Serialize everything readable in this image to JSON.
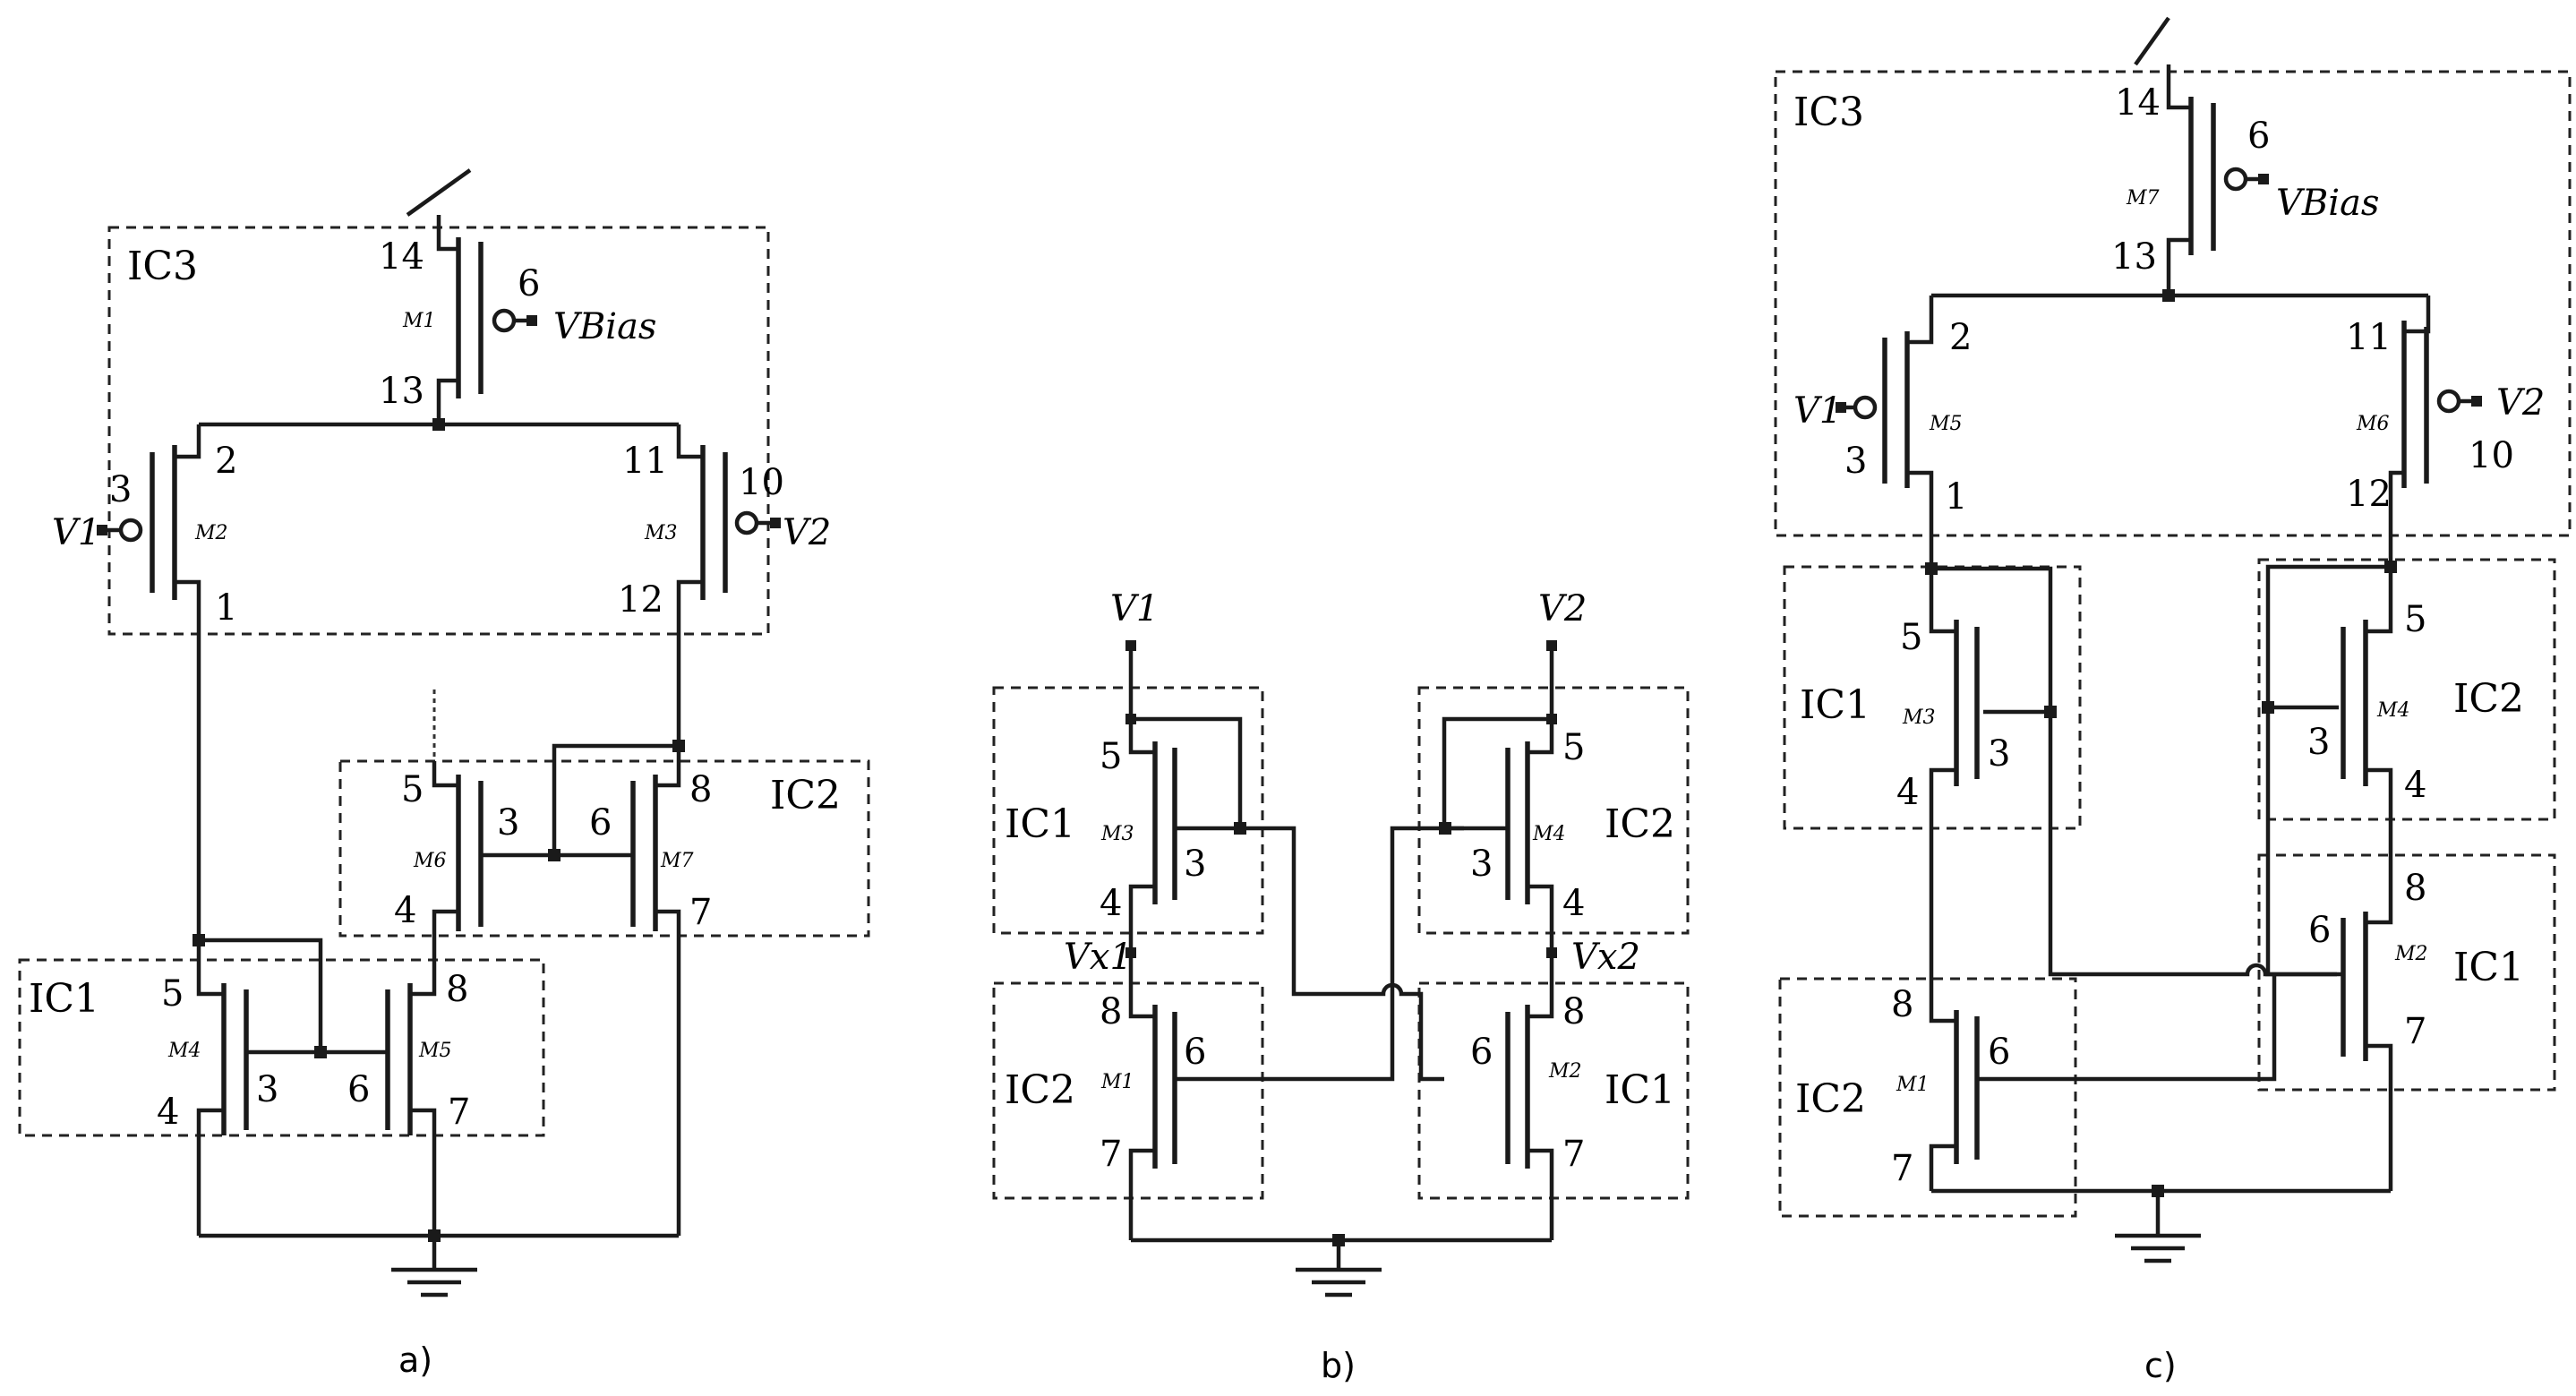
{
  "captions": {
    "a": "a)",
    "b": "b)",
    "c": "c)"
  },
  "a": {
    "ic3": "IC3",
    "ic2": "IC2",
    "ic1": "IC1",
    "m1": "M1",
    "m2": "M2",
    "m3": "M3",
    "m4": "M4",
    "m5": "M5",
    "m6": "M6",
    "m7": "M7",
    "vbias": "VBias",
    "v1": "V1",
    "v2": "V2",
    "p14": "14",
    "p6a": "6",
    "p13": "13",
    "p3a": "3",
    "p2": "2",
    "p1": "1",
    "p11": "11",
    "p10": "10",
    "p12": "12",
    "p5a": "5",
    "p4a": "4",
    "p3b": "3",
    "p6b": "6",
    "p8a": "8",
    "p7a": "7",
    "p5b": "5",
    "p4b": "4",
    "p3c": "3",
    "p6c": "6",
    "p8b": "8",
    "p7b": "7"
  },
  "b": {
    "v1": "V1",
    "v2": "V2",
    "vx1": "Vx1",
    "vx2": "Vx2",
    "ic1l": "IC1",
    "ic2l": "IC2",
    "ic2r": "IC2",
    "ic1r": "IC1",
    "m1": "M1",
    "m2": "M2",
    "m3": "M3",
    "m4": "M4",
    "p5l": "5",
    "p3l": "3",
    "p4l": "4",
    "p8l": "8",
    "p6l": "6",
    "p7l": "7",
    "p5r": "5",
    "p3r": "3",
    "p4r": "4",
    "p8r": "8",
    "p6r": "6",
    "p7r": "7"
  },
  "c": {
    "ic3": "IC3",
    "ic1l": "IC1",
    "ic2r": "IC2",
    "ic1r": "IC1",
    "ic2l": "IC2",
    "m1": "M1",
    "m2": "M2",
    "m3": "M3",
    "m4": "M4",
    "m5": "M5",
    "m6": "M6",
    "m7": "M7",
    "vbias": "VBias",
    "v1": "V1",
    "v2": "V2",
    "p14": "14",
    "p6": "6",
    "p13": "13",
    "p2": "2",
    "p3": "3",
    "p1": "1",
    "p11": "11",
    "p10": "10",
    "p12": "12",
    "p5a": "5",
    "p3a": "3",
    "p4a": "4",
    "p5b": "5",
    "p3b": "3",
    "p4b": "4",
    "p8a": "8",
    "p6a": "6",
    "p7a": "7",
    "p8b": "8",
    "p6b": "6",
    "p7b": "7"
  }
}
